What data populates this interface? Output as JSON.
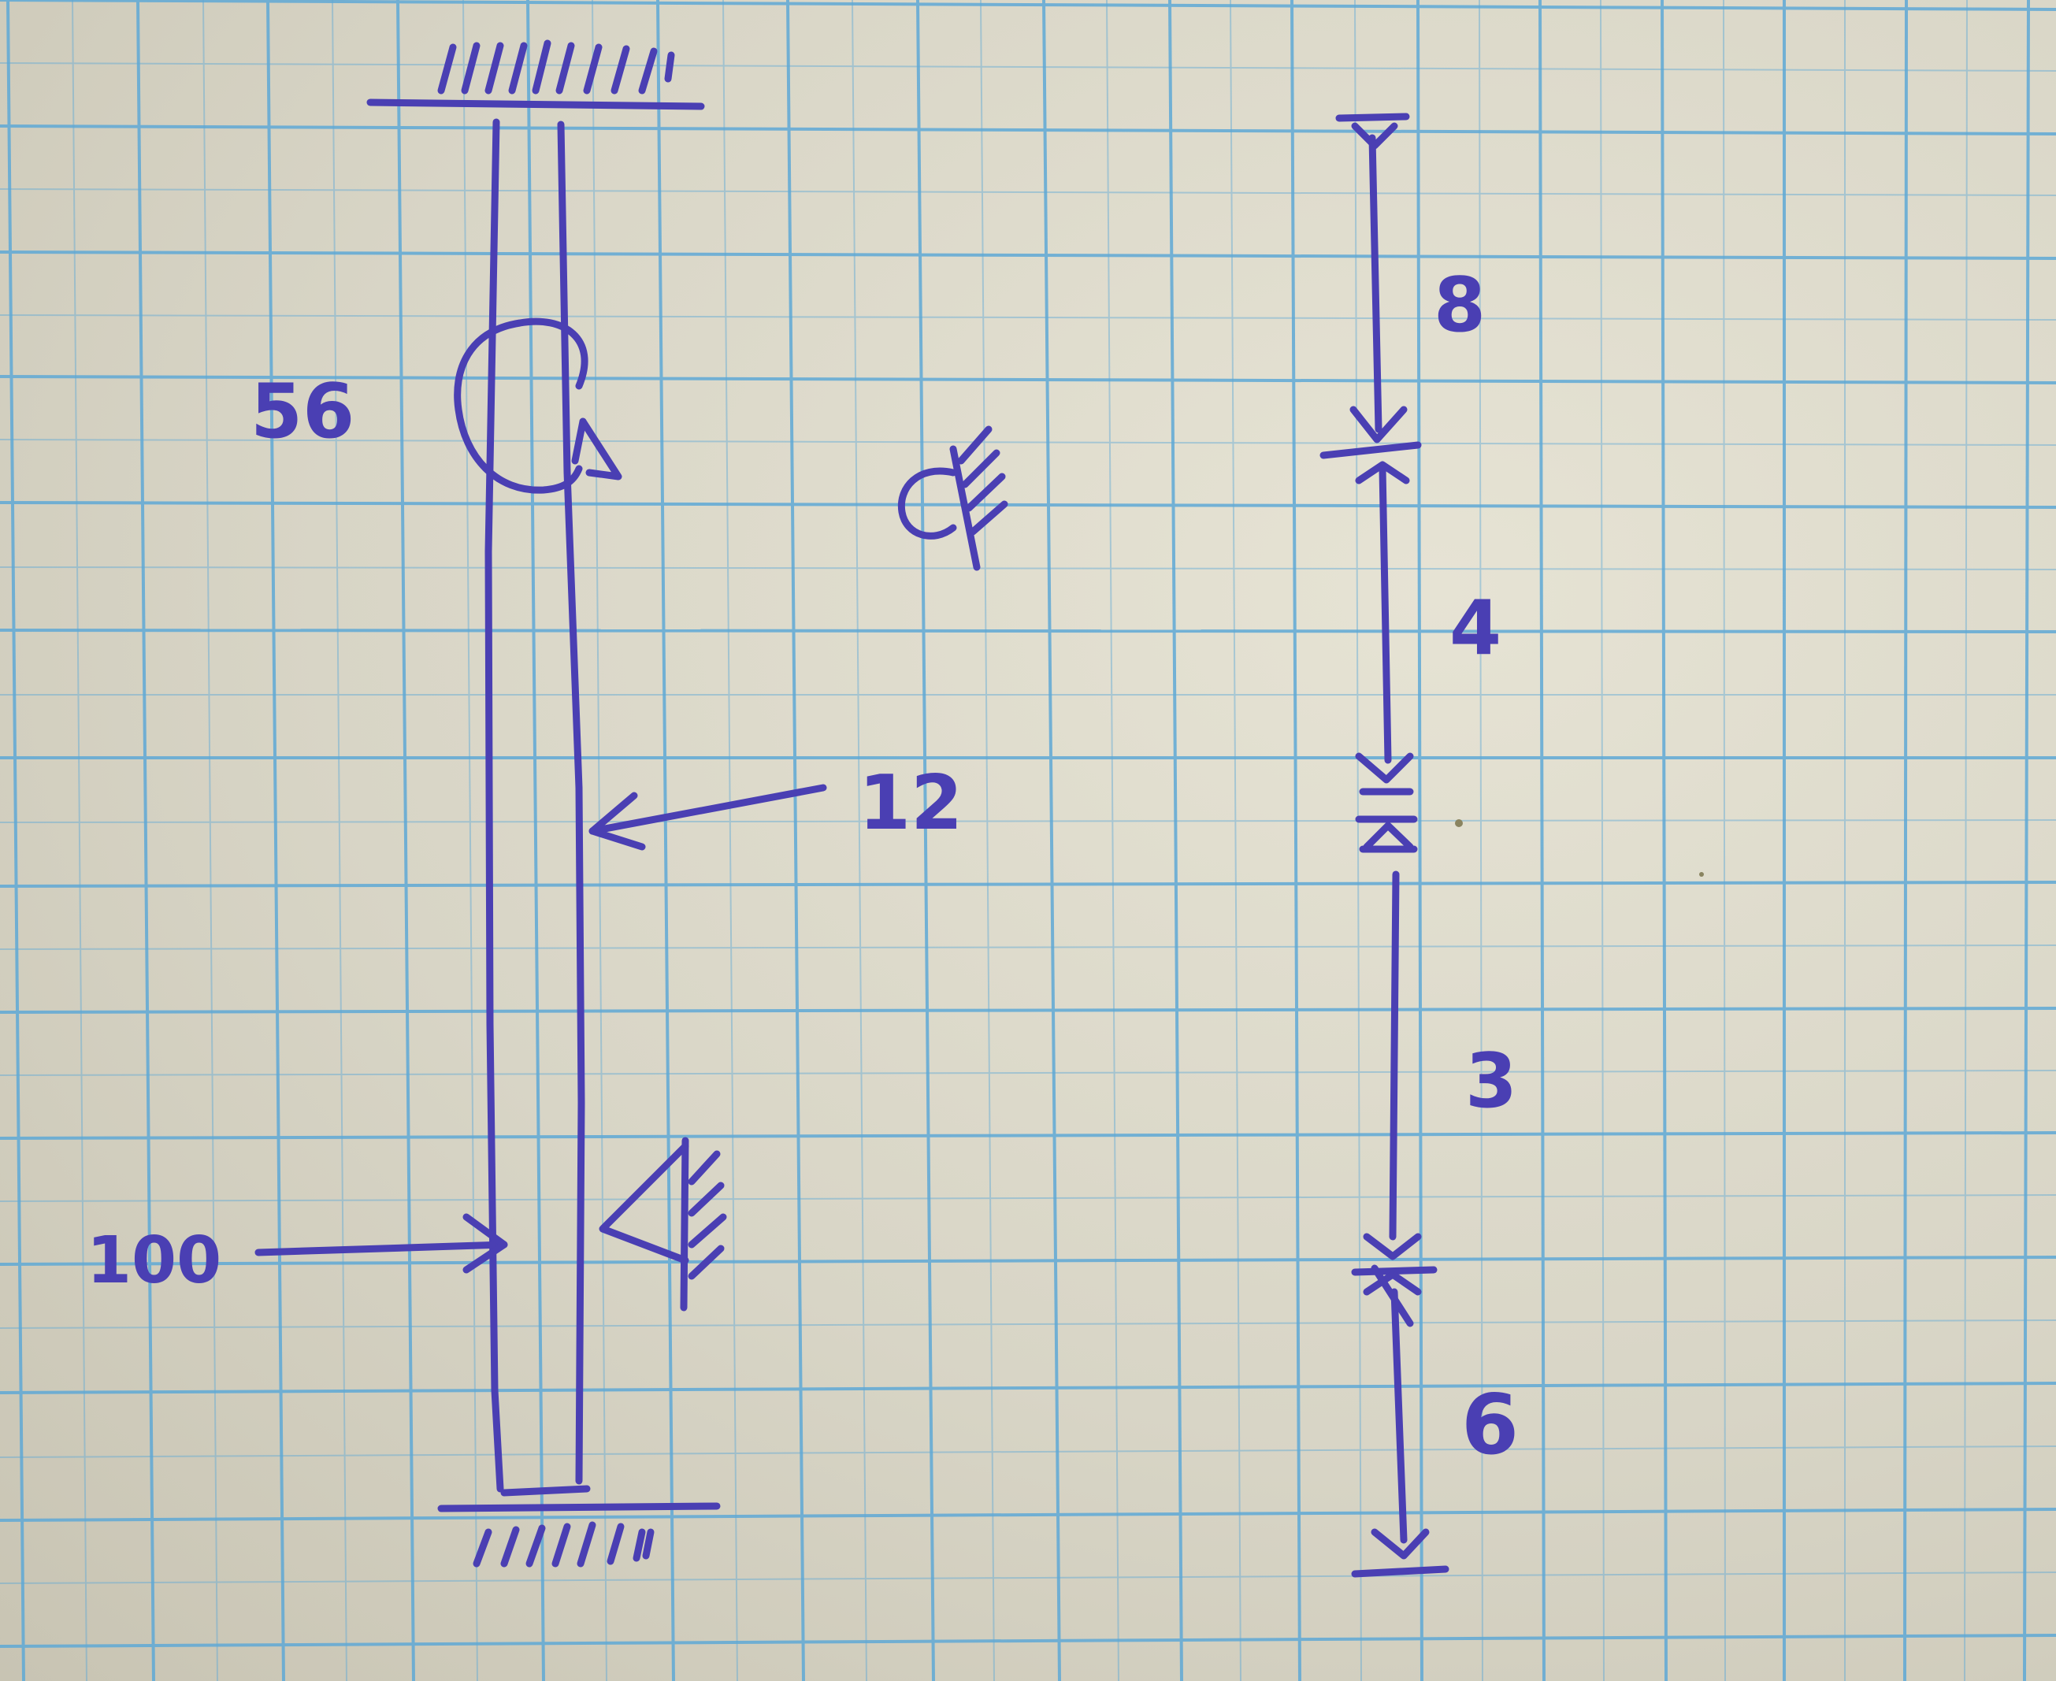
{
  "beam": {
    "moment_label": "56",
    "lateral_load_label": "12",
    "point_load_label": "100"
  },
  "dimensions": {
    "segments": [
      {
        "label": "8"
      },
      {
        "label": "4"
      },
      {
        "label": "3"
      },
      {
        "label": "6"
      }
    ]
  },
  "colors": {
    "paper": "#d9d6c8",
    "grid": "#5fa9d6",
    "ink": "#4a3fb3"
  }
}
